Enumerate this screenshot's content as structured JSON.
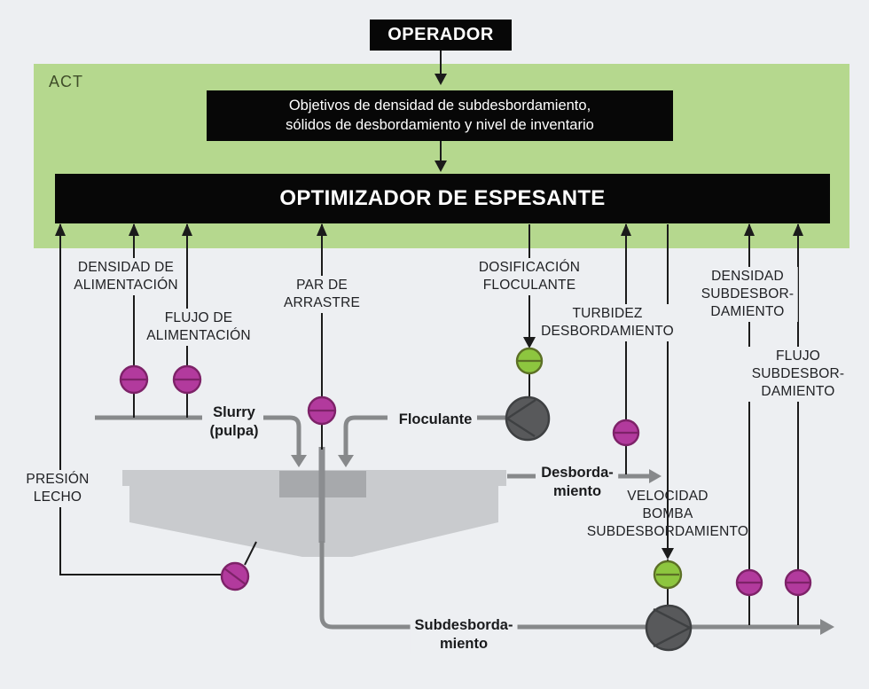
{
  "colors": {
    "background": "#edeff2",
    "panel_green": "#b5d88e",
    "box_black": "#070707",
    "sensor_magenta": "#b23a9d",
    "valve_green": "#8dc63f",
    "pump_gray": "#58595b",
    "pipe_gray": "#87898b",
    "tank_gray": "#c9cbce"
  },
  "operator": {
    "label": "OPERADOR"
  },
  "act_panel": {
    "label": "ACT"
  },
  "objectives": {
    "line1": "Objetivos de densidad de subdesbordamiento,",
    "line2": "sólidos de desbordamiento y nivel de inventario"
  },
  "optimizer": {
    "label": "OPTIMIZADOR DE ESPESANTE"
  },
  "signal_labels": {
    "densidad_alimentacion": [
      "DENSIDAD DE",
      "ALIMENTACIÓN"
    ],
    "flujo_alimentacion": [
      "FLUJO DE",
      "ALIMENTACIÓN"
    ],
    "par_arrastre": [
      "PAR DE",
      "ARRASTRE"
    ],
    "dosificacion_floculante": [
      "DOSIFICACIÓN",
      "FLOCULANTE"
    ],
    "turbidez_desbordamiento": [
      "TURBIDEZ",
      "DESBORDAMIENTO"
    ],
    "densidad_subdesbordamiento": [
      "DENSIDAD",
      "SUBDESBOR-",
      "DAMIENTO"
    ],
    "flujo_subdesbordamiento": [
      "FLUJO",
      "SUBDESBOR-",
      "DAMIENTO"
    ],
    "presion_lecho": [
      "PRESIÓN",
      "LECHO"
    ],
    "velocidad_bomba": [
      "VELOCIDAD",
      "BOMBA",
      "SUBDESBORDAMIENTO"
    ]
  },
  "flow_labels": {
    "slurry": [
      "Slurry",
      "(pulpa)"
    ],
    "floculante": [
      "Floculante"
    ],
    "desbordamiento": [
      "Desborda-",
      "miento"
    ],
    "subdesbordamiento": [
      "Subdesborda-",
      "miento"
    ]
  }
}
